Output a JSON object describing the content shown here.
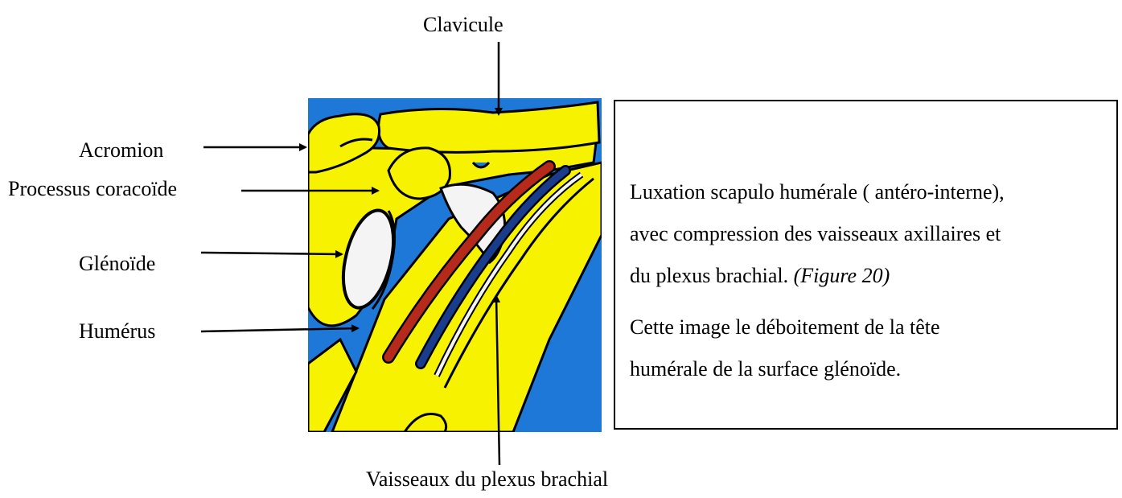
{
  "labels": {
    "clavicule": "Clavicule",
    "acromion": "Acromion",
    "processus_coracoide": "Processus coracoïde",
    "glenoide": "Glénoïde",
    "humerus": "Humérus",
    "vaisseaux": "Vaisseaux du plexus brachial"
  },
  "caption": {
    "paragraph1": {
      "line1": "Luxation scapulo humérale ( antéro-interne),",
      "line2": "avec compression des vaisseaux axillaires et",
      "line3_text": "du plexus brachial. ",
      "line3_figure_ref": "(Figure 20)"
    },
    "paragraph2": {
      "line1": "Cette image le déboitement de la tête",
      "line2": "humérale  de la surface glénoïde."
    }
  },
  "colors": {
    "background_blue": "#1e78d8",
    "bone_yellow": "#f6f200",
    "artery_red": "#b52a1a",
    "vein_blue": "#1a3c8c",
    "cartilage_white": "#f4f4f4",
    "outline": "#000000"
  }
}
